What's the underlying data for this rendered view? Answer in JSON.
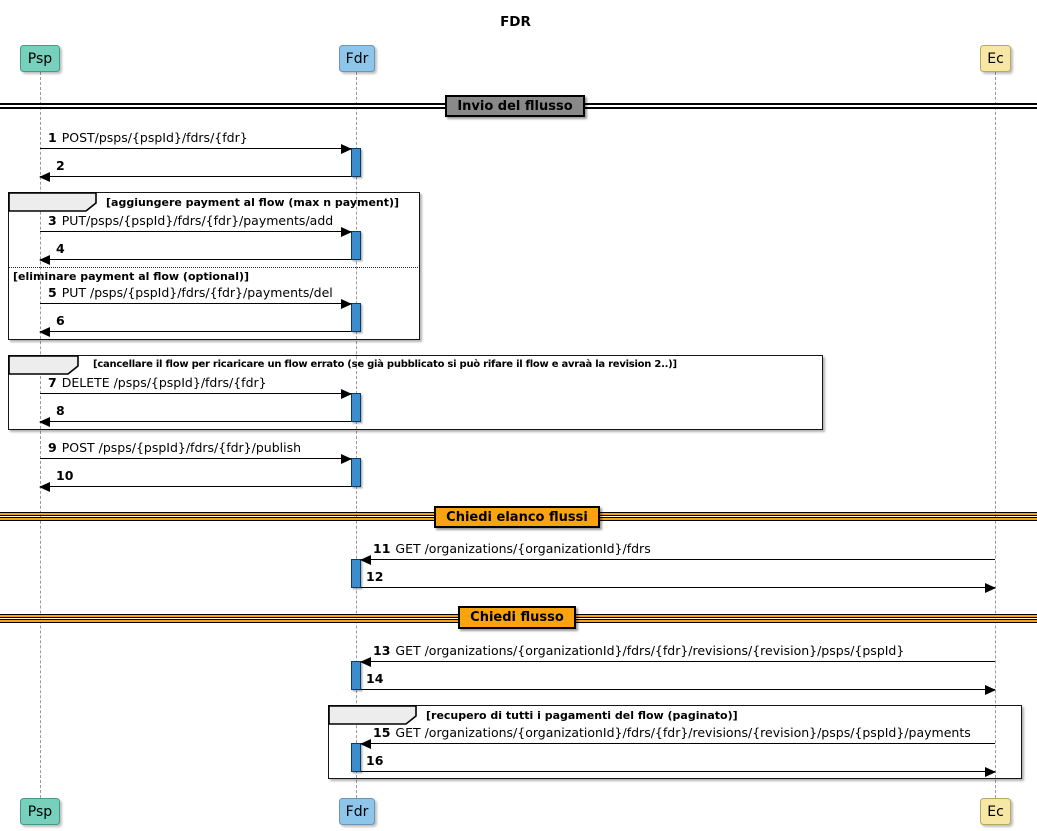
{
  "title": "FDR",
  "participants": [
    {
      "id": "psp",
      "label": "Psp",
      "fill": "#76d0bb",
      "border": "#459a87"
    },
    {
      "id": "fdr",
      "label": "Fdr",
      "fill": "#8ec6eb",
      "border": "#6c94b5"
    },
    {
      "id": "ec",
      "label": "Ec",
      "fill": "#f6e7a4",
      "border": "#b9a95e"
    }
  ],
  "dividers": [
    {
      "label": "Invio del fllusso",
      "style": "gray",
      "fill": "#898989"
    },
    {
      "label": "Chiedi elanco flussi",
      "style": "orange",
      "fill": "#f9a40e"
    },
    {
      "label": "Chiedi flusso",
      "style": "orange",
      "fill": "#f9a40e"
    }
  ],
  "frames": [
    {
      "keyword": "loop",
      "guard": "[aggiungere payment al flow (max n payment)]",
      "section": "[eliminare payment al flow (optional)]"
    },
    {
      "keyword": "alt",
      "guard": "[cancellare il flow per ricaricare un flow errato (se già pubblicato si può rifare il flow e avraà la revision 2..)]"
    },
    {
      "keyword": "loop",
      "guard": "[recupero di tutti i pagamenti del flow (paginato)]"
    }
  ],
  "messages": [
    {
      "num": "1",
      "text": "POST/psps/{pspId}/fdrs/{fdr}",
      "from": "Psp",
      "to": "Fdr"
    },
    {
      "num": "2",
      "text": "",
      "from": "Fdr",
      "to": "Psp"
    },
    {
      "num": "3",
      "text": "PUT/psps/{pspId}/fdrs/{fdr}/payments/add",
      "from": "Psp",
      "to": "Fdr"
    },
    {
      "num": "4",
      "text": "",
      "from": "Fdr",
      "to": "Psp"
    },
    {
      "num": "5",
      "text": "PUT /psps/{pspId}/fdrs/{fdr}/payments/del",
      "from": "Psp",
      "to": "Fdr"
    },
    {
      "num": "6",
      "text": "",
      "from": "Fdr",
      "to": "Psp"
    },
    {
      "num": "7",
      "text": "DELETE /psps/{pspId}/fdrs/{fdr}",
      "from": "Psp",
      "to": "Fdr"
    },
    {
      "num": "8",
      "text": "",
      "from": "Fdr",
      "to": "Psp"
    },
    {
      "num": "9",
      "text": "POST /psps/{pspId}/fdrs/{fdr}/publish",
      "from": "Psp",
      "to": "Fdr"
    },
    {
      "num": "10",
      "text": "",
      "from": "Fdr",
      "to": "Psp"
    },
    {
      "num": "11",
      "text": "GET /organizations/{organizationId}/fdrs",
      "from": "Ec",
      "to": "Fdr"
    },
    {
      "num": "12",
      "text": "",
      "from": "Fdr",
      "to": "Ec"
    },
    {
      "num": "13",
      "text": "GET /organizations/{organizationId}/fdrs/{fdr}/revisions/{revision}/psps/{pspId}",
      "from": "Ec",
      "to": "Fdr"
    },
    {
      "num": "14",
      "text": "",
      "from": "Fdr",
      "to": "Ec"
    },
    {
      "num": "15",
      "text": "GET /organizations/{organizationId}/fdrs/{fdr}/revisions/{revision}/psps/{pspId}/payments",
      "from": "Ec",
      "to": "Fdr"
    },
    {
      "num": "16",
      "text": "",
      "from": "Fdr",
      "to": "Ec"
    }
  ],
  "colors": {
    "activation_fill": "#3c8dce",
    "activation_border": "#0e3a66",
    "orange_divider": "#f9a40e",
    "gray_divider": "#898989",
    "frame_border": "#151515",
    "lifeline": "#9a9a9a"
  }
}
